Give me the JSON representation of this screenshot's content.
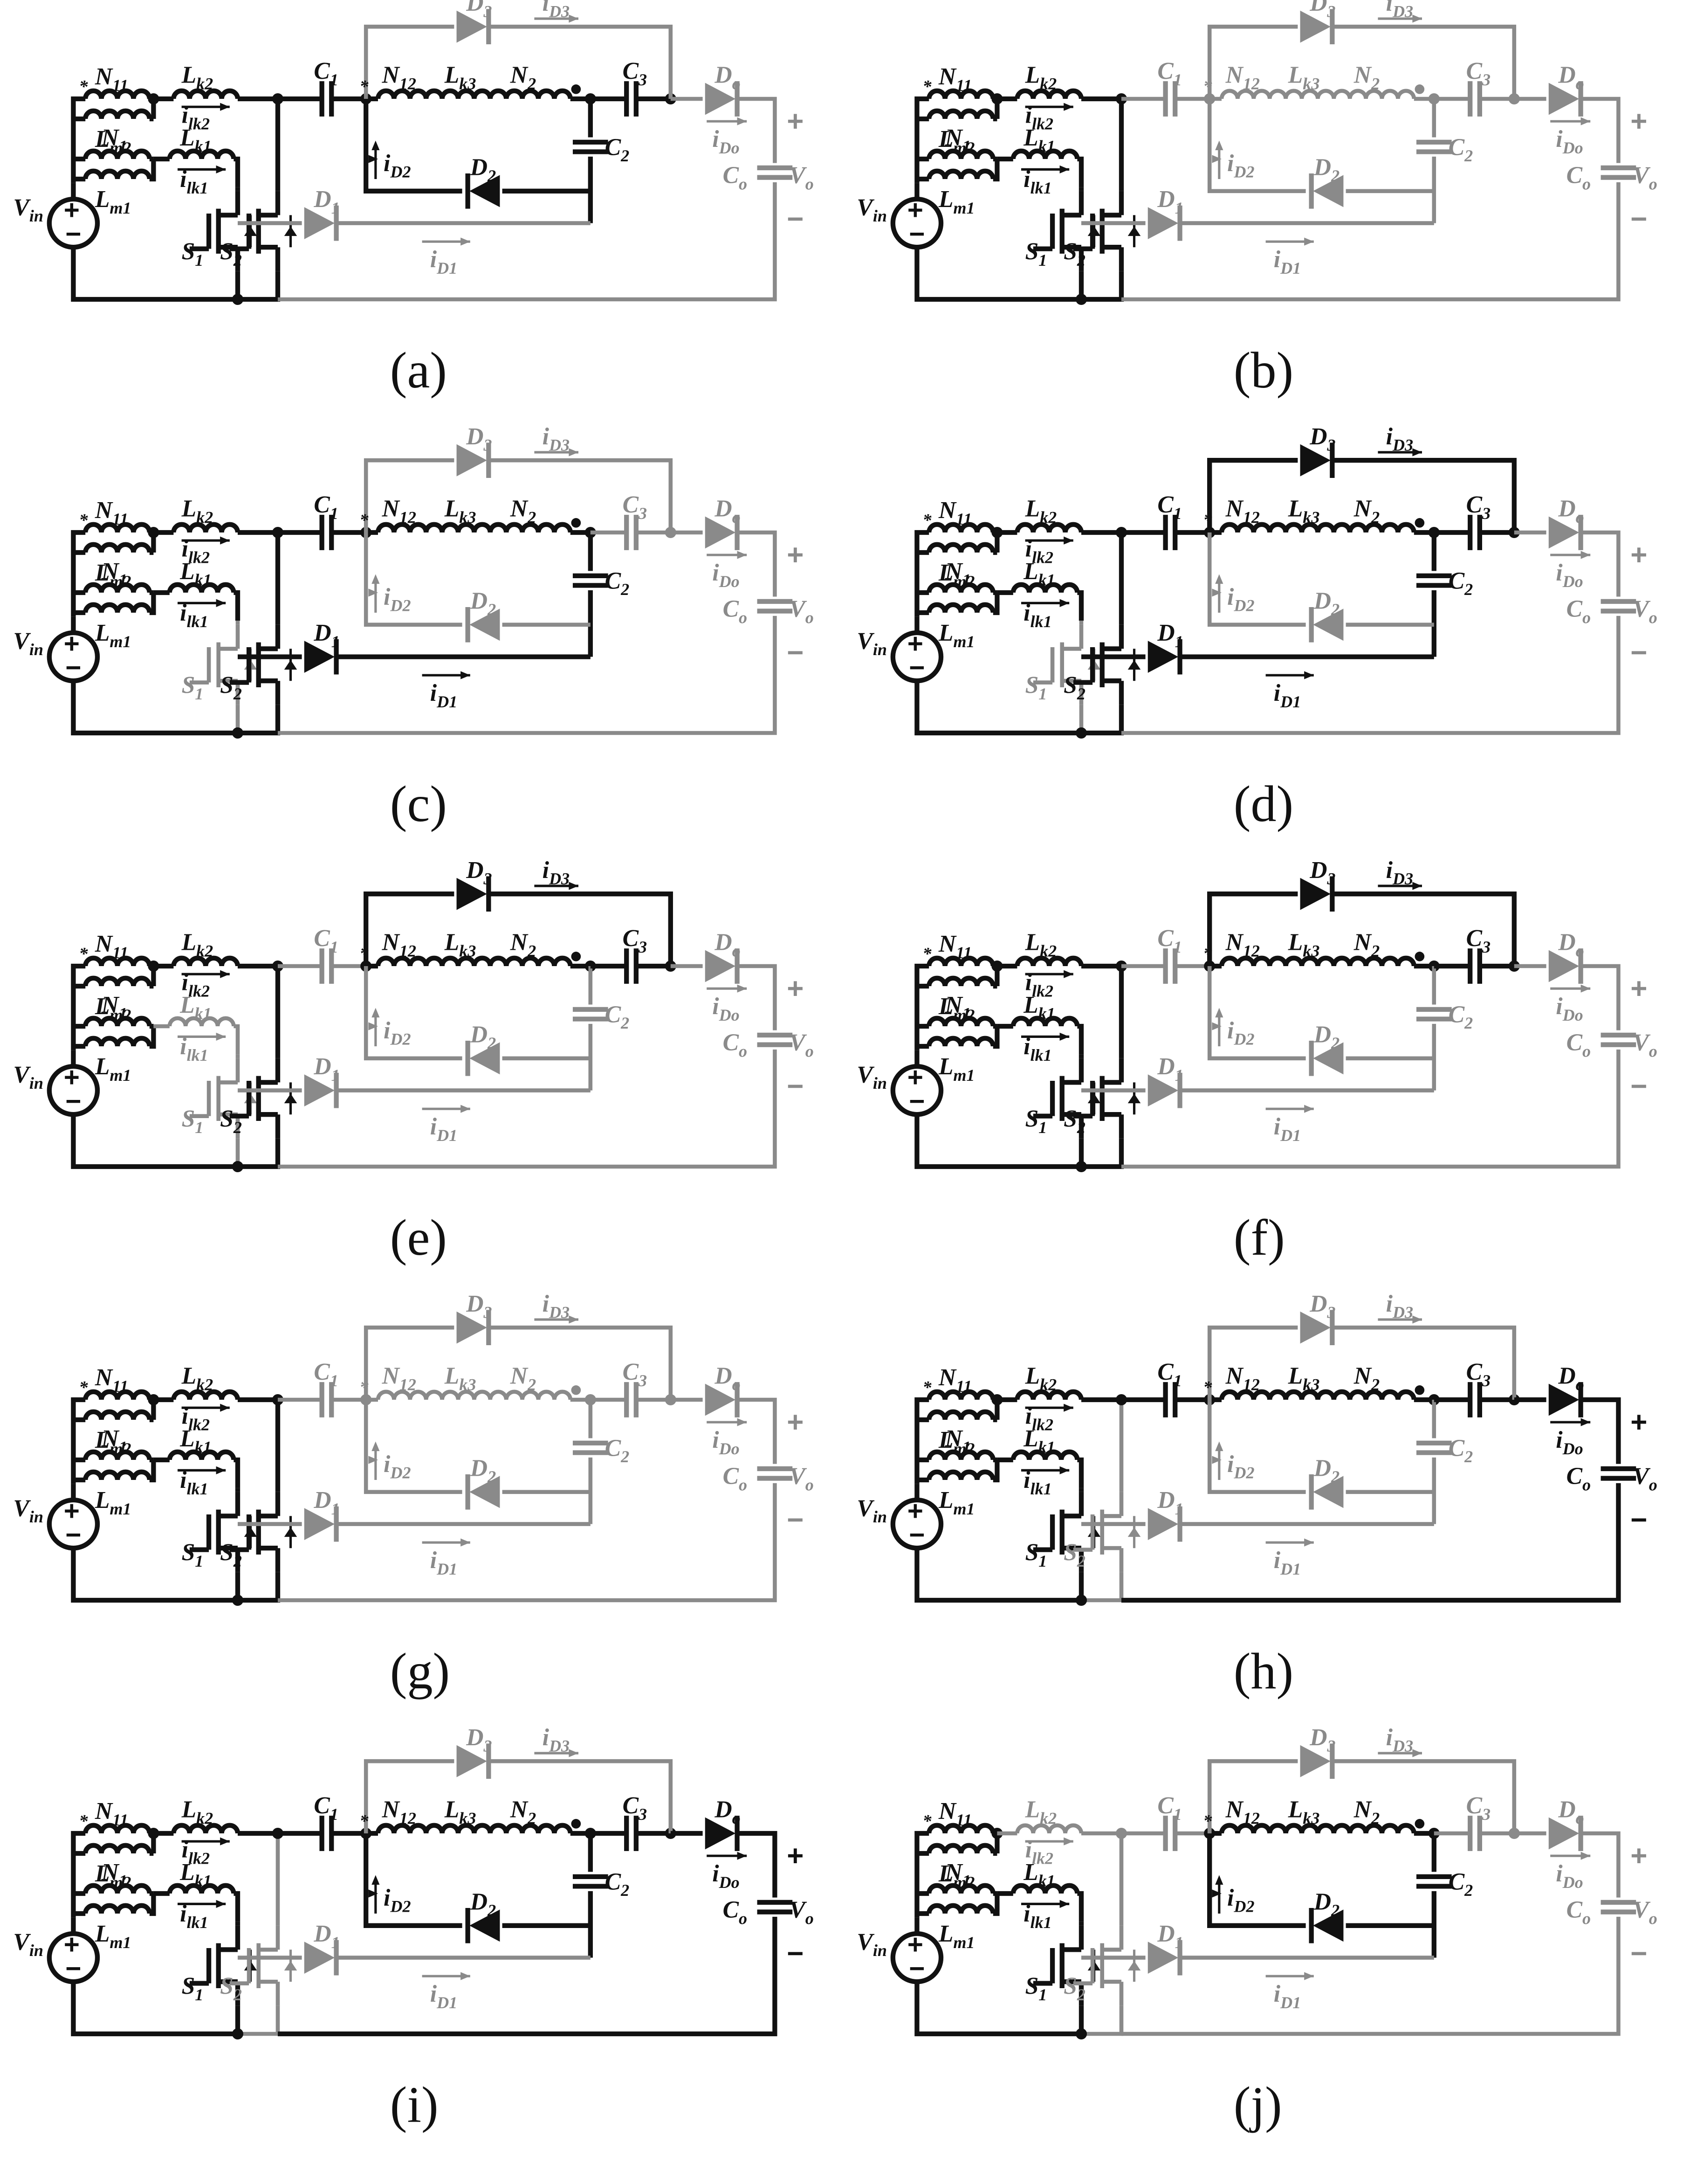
{
  "colors": {
    "active": "#111111",
    "inactive": "#8a8a8a"
  },
  "labels": {
    "N11": "N11",
    "Lm2": "Lm2",
    "Lk2": "Lk2",
    "ilk2": "ilk2",
    "N1": "N1",
    "Lm1": "Lm1",
    "Lk1": "Lk1",
    "ilk1": "ilk1",
    "Vin": "Vin",
    "S1": "S1",
    "S2": "S2",
    "C1": "C1",
    "N12": "N12",
    "Lk3": "Lk3",
    "N2": "N2",
    "C2": "C2",
    "C3": "C3",
    "D1": "D1",
    "iD1": "iD1",
    "D2": "D2",
    "iD2": "iD2",
    "D3": "D3",
    "iD3": "iD3",
    "Do": "Do",
    "iDo": "iDo",
    "Co": "Co",
    "Vo": "Vo",
    "plus": "+",
    "minus": "−",
    "star": "*"
  },
  "panels": [
    {
      "caption": "(a)",
      "active": [
        "N11",
        "Lm2",
        "Lk2",
        "ilk2",
        "N1",
        "Lm1",
        "Lk1",
        "ilk1",
        "Vin",
        "S1",
        "S2",
        "C1",
        "N12",
        "Lk3",
        "N2",
        "C2",
        "D2",
        "iD2",
        "C3"
      ]
    },
    {
      "caption": "(b)",
      "active": [
        "N11",
        "Lm2",
        "Lk2",
        "ilk2",
        "N1",
        "Lm1",
        "Lk1",
        "ilk1",
        "Vin",
        "S1",
        "S2"
      ]
    },
    {
      "caption": "(c)",
      "active": [
        "N11",
        "Lm2",
        "Lk2",
        "ilk2",
        "N1",
        "Lm1",
        "Lk1",
        "ilk1",
        "Vin",
        "S2",
        "C1",
        "N12",
        "Lk3",
        "N2",
        "C2",
        "D1",
        "iD1"
      ]
    },
    {
      "caption": "(d)",
      "active": [
        "N11",
        "Lm2",
        "Lk2",
        "ilk2",
        "N1",
        "Lm1",
        "Lk1",
        "ilk1",
        "Vin",
        "S2",
        "C1",
        "N12",
        "Lk3",
        "N2",
        "C2",
        "D1",
        "iD1",
        "D3",
        "iD3",
        "C3"
      ]
    },
    {
      "caption": "(e)",
      "active": [
        "N11",
        "Lm2",
        "Lk2",
        "ilk2",
        "N1",
        "Lm1",
        "Vin",
        "S2",
        "N12",
        "Lk3",
        "N2",
        "D3",
        "iD3",
        "C3"
      ]
    },
    {
      "caption": "(f)",
      "active": [
        "N11",
        "Lm2",
        "Lk2",
        "ilk2",
        "N1",
        "Lm1",
        "Lk1",
        "ilk1",
        "Vin",
        "S1",
        "S2",
        "N12",
        "Lk3",
        "N2",
        "D3",
        "iD3",
        "C3"
      ]
    },
    {
      "caption": "(g)",
      "active": [
        "N11",
        "Lm2",
        "Lk2",
        "ilk2",
        "N1",
        "Lm1",
        "Lk1",
        "ilk1",
        "Vin",
        "S1",
        "S2"
      ]
    },
    {
      "caption": "(h)",
      "active": [
        "N11",
        "Lm2",
        "Lk2",
        "ilk2",
        "N1",
        "Lm1",
        "Lk1",
        "ilk1",
        "Vin",
        "S1",
        "C1",
        "N12",
        "Lk3",
        "N2",
        "C3",
        "Do",
        "iDo",
        "Co",
        "Vo"
      ]
    },
    {
      "caption": "(i)",
      "active": [
        "N11",
        "Lm2",
        "Lk2",
        "ilk2",
        "N1",
        "Lm1",
        "Lk1",
        "ilk1",
        "Vin",
        "S1",
        "C1",
        "N12",
        "Lk3",
        "N2",
        "C2",
        "D2",
        "iD2",
        "C3",
        "Do",
        "iDo",
        "Co",
        "Vo"
      ]
    },
    {
      "caption": "(j)",
      "active": [
        "N11",
        "Lm2",
        "N1",
        "Lm1",
        "Lk1",
        "ilk1",
        "Vin",
        "S1",
        "N12",
        "Lk3",
        "N2",
        "C2",
        "D2",
        "iD2"
      ]
    }
  ]
}
